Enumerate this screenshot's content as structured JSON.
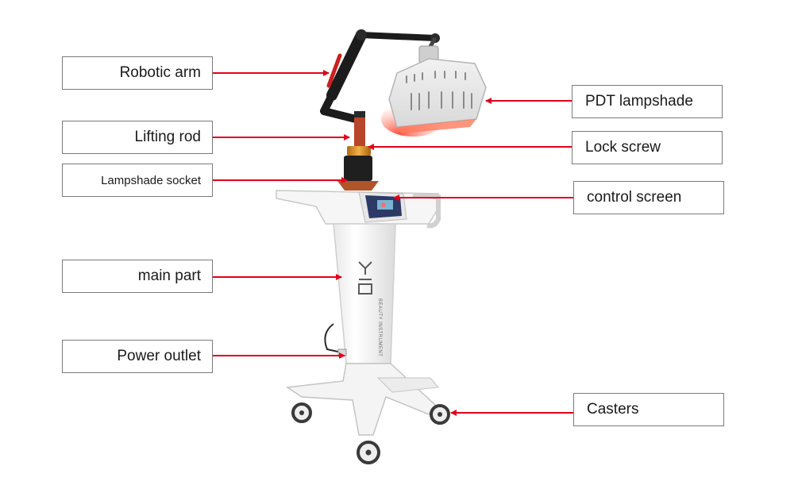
{
  "diagram": {
    "labels": {
      "robotic_arm": "Robotic arm",
      "lifting_rod": "Lifting rod",
      "lampshade_socket": "Lampshade socket",
      "main_part": "main part",
      "power_outlet": "Power outlet",
      "pdt_lampshade": "PDT lampshade",
      "lock_screw": "Lock screw",
      "control_screen": "control screen",
      "casters": "Casters"
    },
    "brand_text": "BEAUTY INSTRUMENT",
    "colors": {
      "arrow": "#e3001b",
      "box_border": "#7a7a7a",
      "device_body": "#f4f4f4",
      "arm": "#1c1c1c",
      "arm_accent": "#c8201e",
      "lamp_glow": "#ff6a4a",
      "screen": "#2d3a66",
      "collar": "#d4902c"
    }
  }
}
